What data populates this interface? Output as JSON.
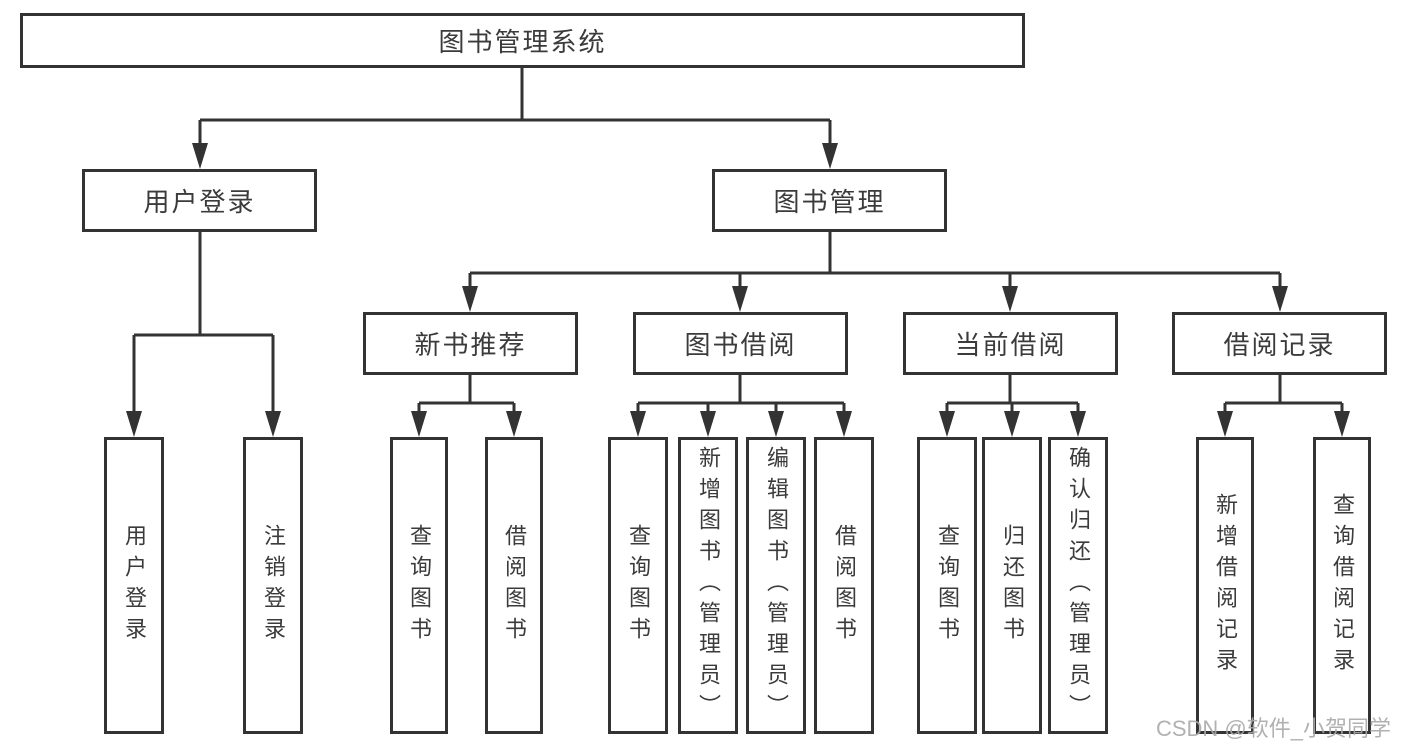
{
  "diagram": {
    "title": "图书管理系统",
    "colors": {
      "line": "#333333",
      "border": "#333333",
      "text": "#3b3b3b",
      "background": "#ffffff",
      "watermark": "#a8a8a8"
    },
    "root": {
      "label": "图书管理系统"
    },
    "level1": {
      "user_login": {
        "label": "用户登录"
      },
      "book_management": {
        "label": "图书管理"
      }
    },
    "level2": {
      "new_book_rec": {
        "label": "新书推荐"
      },
      "book_borrow": {
        "label": "图书借阅"
      },
      "current_borrow": {
        "label": "当前借阅"
      },
      "borrow_records": {
        "label": "借阅记录"
      }
    },
    "leaves": {
      "user_login_leaf": {
        "label": "用户登录"
      },
      "logout_leaf": {
        "label": "注销登录"
      },
      "nb_query": {
        "label": "查询图书"
      },
      "nb_borrow": {
        "label": "借阅图书"
      },
      "bb_query": {
        "label": "查询图书"
      },
      "bb_add": {
        "label": "新增图书（管理员）"
      },
      "bb_edit": {
        "label": "编辑图书（管理员）"
      },
      "bb_borrow": {
        "label": "借阅图书"
      },
      "cb_query": {
        "label": "查询图书"
      },
      "cb_return": {
        "label": "归还图书"
      },
      "cb_confirm": {
        "label": "确认归还（管理员）"
      },
      "br_add": {
        "label": "新增借阅记录"
      },
      "br_query": {
        "label": "查询借阅记录"
      }
    },
    "watermark": {
      "label": "CSDN @软件_小贺同学"
    }
  }
}
